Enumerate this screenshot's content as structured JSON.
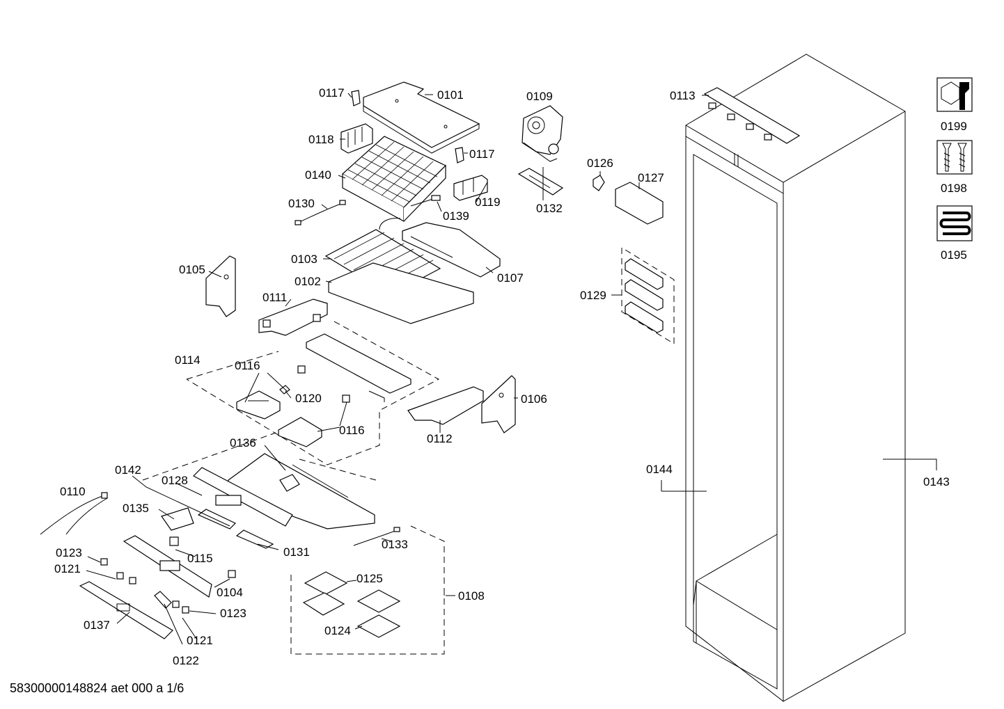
{
  "footer_code": "58300000148824 aet 000 a 1/6",
  "labels": {
    "p0101": "0101",
    "p0117a": "0117",
    "p0118": "0118",
    "p0117b": "0117",
    "p0140": "0140",
    "p0130": "0130",
    "p0139": "0139",
    "p0119": "0119",
    "p0109": "0109",
    "p0132": "0132",
    "p0126": "0126",
    "p0127": "0127",
    "p0113": "0113",
    "p0103": "0103",
    "p0102": "0102",
    "p0107": "0107",
    "p0105": "0105",
    "p0111": "0111",
    "p0129": "0129",
    "p0114": "0114",
    "p0116a": "0116",
    "p0120": "0120",
    "p0116b": "0116",
    "p0106": "0106",
    "p0112": "0112",
    "p0136": "0136",
    "p0142": "0142",
    "p0128": "0128",
    "p0110": "0110",
    "p0135": "0135",
    "p0115": "0115",
    "p0131": "0131",
    "p0133": "0133",
    "p0123a": "0123",
    "p0121a": "0121",
    "p0104": "0104",
    "p0125": "0125",
    "p0108": "0108",
    "p0123b": "0123",
    "p0137": "0137",
    "p0121b": "0121",
    "p0124": "0124",
    "p0122": "0122",
    "p0144": "0144",
    "p0143": "0143",
    "p0199": "0199",
    "p0198": "0198",
    "p0195": "0195"
  },
  "icons": {
    "i0199": "hex-nut-wrench-icon",
    "i0198": "screws-icon",
    "i0195": "heating-coil-icon"
  }
}
